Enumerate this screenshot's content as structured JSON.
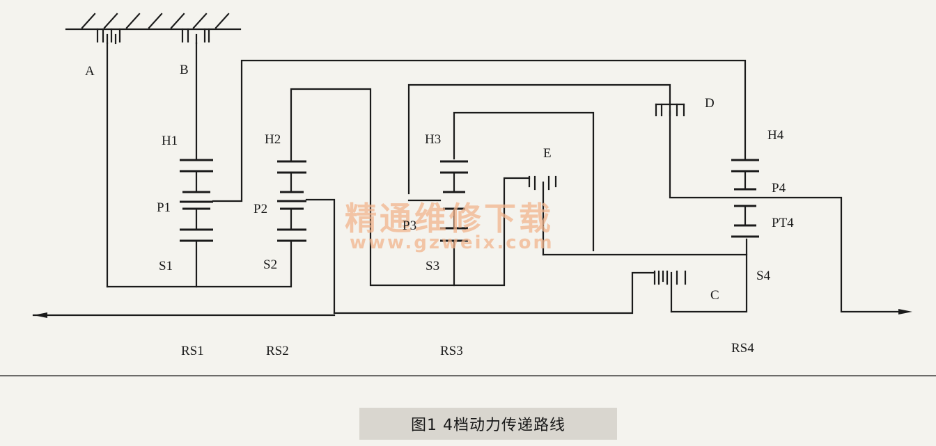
{
  "labels": {
    "A": "A",
    "B": "B",
    "C": "C",
    "D": "D",
    "E": "E",
    "H1": "H1",
    "H2": "H2",
    "H3": "H3",
    "H4": "H4",
    "P1": "P1",
    "P2": "P2",
    "P3": "P3",
    "P4": "P4",
    "PT4": "PT4",
    "S1": "S1",
    "S2": "S2",
    "S3": "S3",
    "S4": "S4",
    "RS1": "RS1",
    "RS2": "RS2",
    "RS3": "RS3",
    "RS4": "RS4"
  },
  "watermark": {
    "title": "精通维修下载",
    "url": "www.gzweix.com"
  },
  "caption": "图1  4档动力传递路线",
  "colors": {
    "line": "#1a1a1a",
    "background": "#f4f3ee",
    "caption_bg": "#d9d6cf",
    "watermark": "#f2b48c"
  }
}
